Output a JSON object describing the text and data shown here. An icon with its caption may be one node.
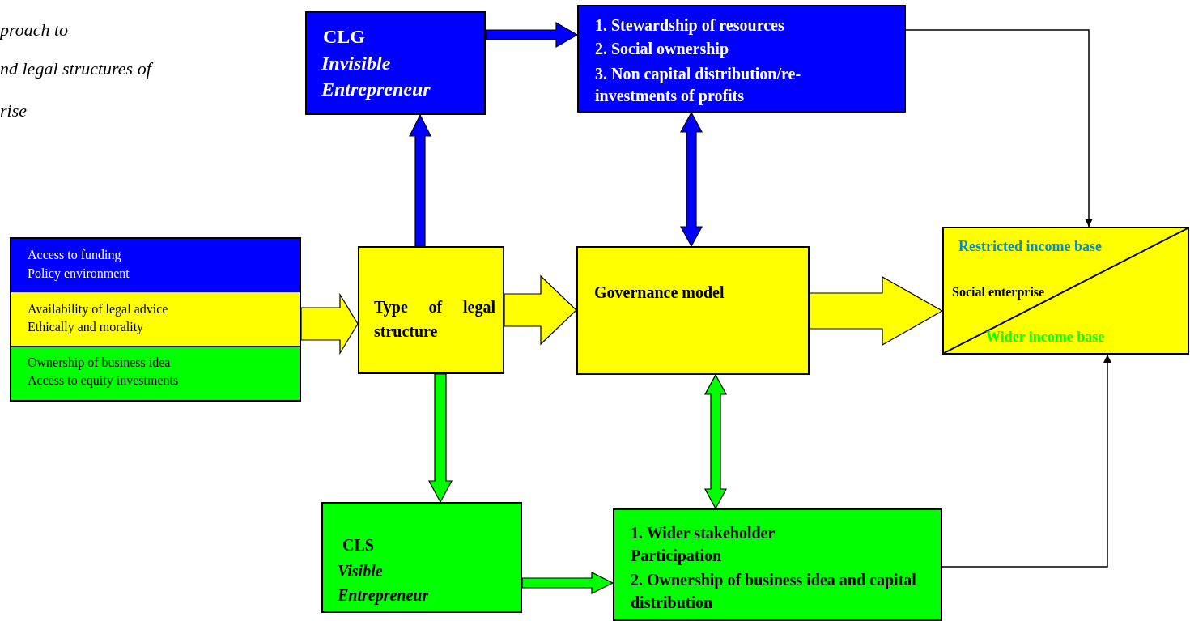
{
  "diagram": {
    "nodes": [
      {
        "text": [
          "CLG",
          "Invisible Entrepreneur"
        ]
      },
      {
        "text": [
          "1. Stewardship of resources",
          "2. Social ownership",
          "3. Non capital distribution/re-investments of profits"
        ]
      },
      {
        "text": [],
        "shape": "box"
      },
      {
        "text": [
          "Access to funding",
          "Policy environment"
        ],
        "in": 2
      },
      {
        "text": [
          "Availability of legal advice",
          "Ethically and morality"
        ],
        "in": 2
      },
      {
        "text": [
          "Ownership of business idea",
          "Access to equity investments"
        ],
        "in": 2
      },
      {
        "text": [
          "Type of legal structure"
        ]
      },
      {
        "text": [
          "Governance model"
        ]
      },
      {
        "text": [
          "Restricted income base",
          "Social enterprise",
          "Wider income base"
        ]
      },
      {
        "text": [
          "CLS",
          "Visible Entrepreneur"
        ]
      },
      {
        "text": [
          "1. Wider stakeholder Participation",
          "2. Ownership of business idea and capital distribution"
        ]
      }
    ],
    "edges": [
      {
        "from": 0,
        "to": 1,
        "arrow": "to",
        "style": "thick",
        "color": "#0000ff"
      },
      {
        "from": 1,
        "to": 8,
        "arrow": "to"
      },
      {
        "from": 6,
        "to": 0,
        "arrow": "to",
        "style": "thick",
        "color": "#0000ff"
      },
      {
        "from": 7,
        "to": 1,
        "arrow": "both",
        "style": "thick",
        "color": "#0000ff"
      },
      {
        "from": 2,
        "to": 6,
        "arrow": "to",
        "style": "thick",
        "color": "#ffff00"
      },
      {
        "from": 6,
        "to": 7,
        "arrow": "to",
        "style": "thick",
        "color": "#ffff00"
      },
      {
        "from": 7,
        "to": 8,
        "arrow": "to",
        "style": "thick",
        "color": "#ffff00"
      },
      {
        "from": 6,
        "to": 9,
        "arrow": "to",
        "style": "thick",
        "color": "#00ff00"
      },
      {
        "from": 7,
        "to": 10,
        "arrow": "both",
        "style": "thick",
        "color": "#00ff00"
      },
      {
        "from": 9,
        "to": 10,
        "arrow": "to",
        "style": "thick",
        "color": "#00ff00"
      },
      {
        "from": 10,
        "to": 8,
        "arrow": "to"
      }
    ],
    "labels": [
      "proach to",
      "nd legal structures of",
      "rise"
    ]
  }
}
